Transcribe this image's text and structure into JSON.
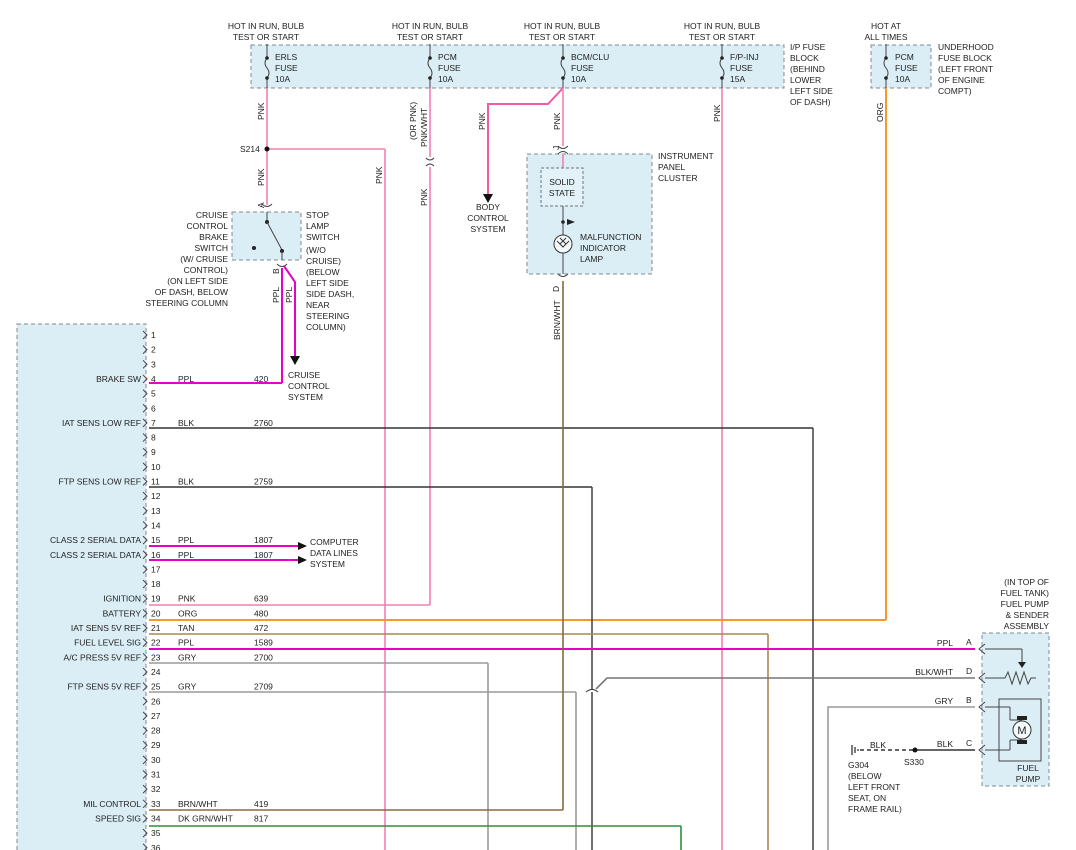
{
  "fuse_block": {
    "hot_labels": [
      [
        "HOT IN RUN, BULB",
        "TEST OR START"
      ],
      [
        "HOT IN RUN, BULB",
        "TEST OR START"
      ],
      [
        "HOT IN RUN, BULB",
        "TEST OR START"
      ],
      [
        "HOT IN RUN, BULB",
        "TEST OR START"
      ]
    ],
    "fuses": [
      [
        "ERLS",
        "FUSE",
        "10A"
      ],
      [
        "PCM",
        "FUSE",
        "10A"
      ],
      [
        "BCM/CLU",
        "FUSE",
        "10A"
      ],
      [
        "F/P-INJ",
        "FUSE",
        "15A"
      ]
    ],
    "block_label": [
      "I/P FUSE",
      "BLOCK",
      "(BEHIND",
      "LOWER",
      "LEFT SIDE",
      "OF DASH)"
    ]
  },
  "underhood": {
    "hot_label": [
      "HOT AT",
      "ALL TIMES"
    ],
    "fuse": [
      "PCM",
      "FUSE",
      "10A"
    ],
    "block_label": [
      "UNDERHOOD",
      "FUSE BLOCK",
      "(LEFT FRONT",
      "OF ENGINE",
      "COMPT)"
    ]
  },
  "wire_labels": {
    "erls_pnk": "PNK",
    "erls_pnk2": "PNK",
    "s214": "S214",
    "pnk_mid": "PNK",
    "pcm_alt": [
      "(OR PNK)",
      "PNK/WHT"
    ],
    "pcm_pnk": "PNK",
    "bcm_pnk": "PNK",
    "bcm_pnk2": "PNK",
    "fpinj_pnk": "PNK",
    "org": "ORG",
    "brn_wht": "BRN/WHT",
    "ppl_a": "PPL",
    "ppl_b": "PPL"
  },
  "body_control": [
    "BODY",
    "CONTROL",
    "SYSTEM"
  ],
  "cluster": {
    "label": [
      "INSTRUMENT",
      "PANEL",
      "CLUSTER"
    ],
    "solid_state": [
      "SOLID",
      "STATE"
    ],
    "lamp": [
      "MALFUNCTION",
      "INDICATOR",
      "LAMP"
    ],
    "pin_j": "J",
    "pin_d": "D"
  },
  "brake_switch": {
    "left_label": [
      "CRUISE",
      "CONTROL",
      "BRAKE",
      "SWITCH",
      "(W/ CRUISE",
      "CONTROL)",
      "(ON LEFT SIDE",
      "OF DASH, BELOW",
      "STEERING COLUMN"
    ],
    "right_label": [
      "STOP",
      "LAMP",
      "SWITCH",
      "(W/O",
      "CRUISE)",
      "(BELOW",
      "LEFT SIDE",
      "SIDE DASH,",
      "NEAR",
      "STEERING",
      "COLUMN)"
    ],
    "pin_a": "A",
    "pin_b": "B"
  },
  "cruise_system": [
    "CRUISE",
    "CONTROL",
    "SYSTEM"
  ],
  "data_lines": [
    "COMPUTER",
    "DATA LINES",
    "SYSTEM"
  ],
  "pcm_pins": [
    {
      "n": "1"
    },
    {
      "n": "2"
    },
    {
      "n": "3"
    },
    {
      "n": "4",
      "name": "BRAKE SW",
      "color": "PPL",
      "circuit": "420"
    },
    {
      "n": "5"
    },
    {
      "n": "6"
    },
    {
      "n": "7",
      "name": "IAT SENS LOW REF",
      "color": "BLK",
      "circuit": "2760"
    },
    {
      "n": "8"
    },
    {
      "n": "9"
    },
    {
      "n": "10"
    },
    {
      "n": "11",
      "name": "FTP SENS LOW REF",
      "color": "BLK",
      "circuit": "2759"
    },
    {
      "n": "12"
    },
    {
      "n": "13"
    },
    {
      "n": "14"
    },
    {
      "n": "15",
      "name": "CLASS 2 SERIAL DATA",
      "color": "PPL",
      "circuit": "1807"
    },
    {
      "n": "16",
      "name": "CLASS 2 SERIAL DATA",
      "color": "PPL",
      "circuit": "1807"
    },
    {
      "n": "17"
    },
    {
      "n": "18"
    },
    {
      "n": "19",
      "name": "IGNITION",
      "color": "PNK",
      "circuit": "639"
    },
    {
      "n": "20",
      "name": "BATTERY",
      "color": "ORG",
      "circuit": "480"
    },
    {
      "n": "21",
      "name": "IAT SENS 5V REF",
      "color": "TAN",
      "circuit": "472"
    },
    {
      "n": "22",
      "name": "FUEL LEVEL SIG",
      "color": "PPL",
      "circuit": "1589"
    },
    {
      "n": "23",
      "name": "A/C PRESS 5V REF",
      "color": "GRY",
      "circuit": "2700"
    },
    {
      "n": "24"
    },
    {
      "n": "25",
      "name": "FTP SENS 5V REF",
      "color": "GRY",
      "circuit": "2709"
    },
    {
      "n": "26"
    },
    {
      "n": "27"
    },
    {
      "n": "28"
    },
    {
      "n": "29"
    },
    {
      "n": "30"
    },
    {
      "n": "31"
    },
    {
      "n": "32"
    },
    {
      "n": "33",
      "name": "MIL CONTROL",
      "color": "BRN/WHT",
      "circuit": "419"
    },
    {
      "n": "34",
      "name": "SPEED SIG",
      "color": "DK GRN/WHT",
      "circuit": "817"
    },
    {
      "n": "35"
    },
    {
      "n": "36"
    }
  ],
  "fuel_pump": {
    "assembly_label": [
      "(IN TOP OF",
      "FUEL TANK)",
      "FUEL PUMP",
      "& SENDER",
      "ASSEMBLY"
    ],
    "pump_label": [
      "FUEL",
      "PUMP"
    ],
    "motor_glyph": "M",
    "pins": [
      {
        "pin": "A",
        "wire": "PPL"
      },
      {
        "pin": "D",
        "wire": "BLK/WHT"
      },
      {
        "pin": "B",
        "wire": "GRY"
      },
      {
        "pin": "C",
        "wire": "BLK"
      }
    ]
  },
  "ground": {
    "wire": "BLK",
    "splice": "S330",
    "label": [
      "G304",
      "(BELOW",
      "LEFT FRONT",
      "SEAT, ON",
      "FRAME RAIL)"
    ]
  }
}
